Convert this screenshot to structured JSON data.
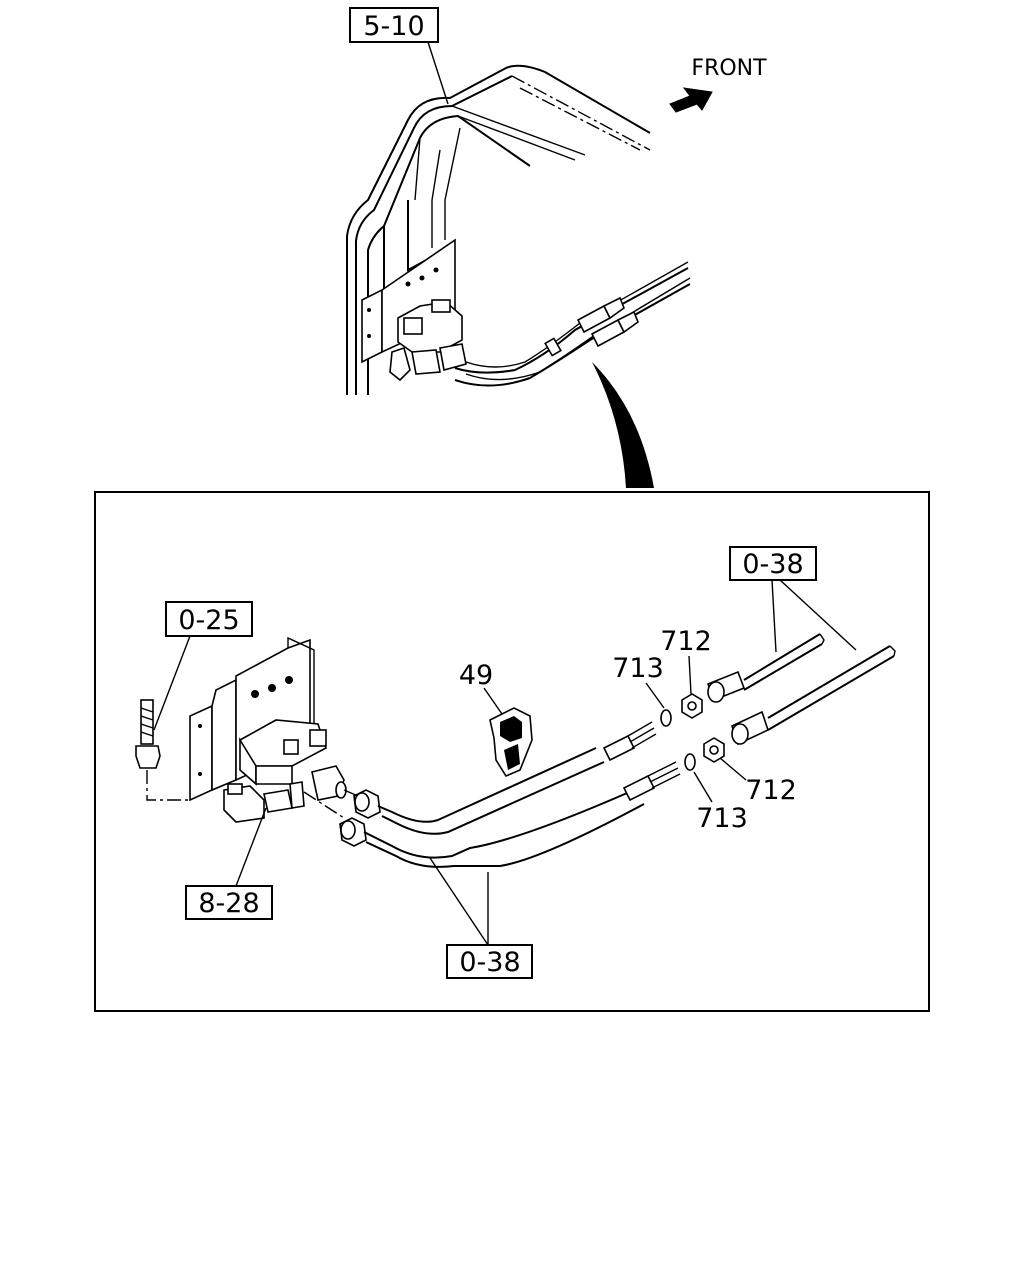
{
  "orientation_label": "FRONT",
  "callouts": {
    "ref_5_10": "5-10",
    "ref_0_25": "0-25",
    "ref_0_38_top": "0-38",
    "ref_0_38_bottom": "0-38",
    "ref_8_28": "8-28"
  },
  "part_numbers": {
    "p49": "49",
    "p712_upper": "712",
    "p713_upper": "713",
    "p712_lower": "712",
    "p713_lower": "713"
  },
  "icons": {
    "front_arrow": "front-arrow-icon",
    "zoom_pointer": "zoom-pointer-icon"
  }
}
